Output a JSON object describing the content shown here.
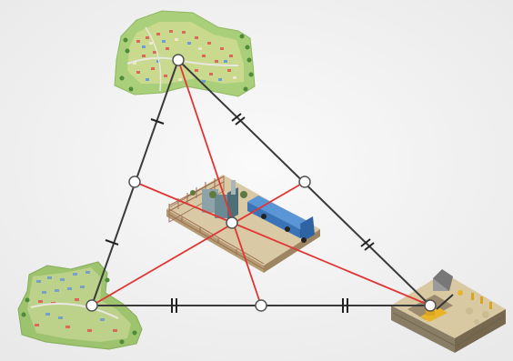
{
  "diagram": {
    "type": "triangle-centroid-facility-location",
    "nodes": [
      {
        "id": "top",
        "icon": "residential-neighborhood-icon"
      },
      {
        "id": "left",
        "icon": "residential-town-icon"
      },
      {
        "id": "right",
        "icon": "mining-excavation-site-icon"
      },
      {
        "id": "center",
        "icon": "factory-with-truck-icon"
      }
    ],
    "midpoints": [
      "left-side-midpoint",
      "right-side-midpoint",
      "bottom-side-midpoint"
    ],
    "colors": {
      "background": "#f2f2f2",
      "triangle_edge": "#3a3a3a",
      "median": "#e03535",
      "vertex_fill": "#ffffff",
      "vertex_stroke": "#555555"
    }
  }
}
